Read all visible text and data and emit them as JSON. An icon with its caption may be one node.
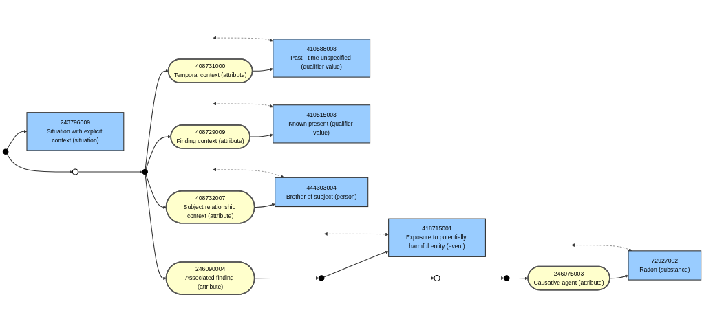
{
  "diagram": {
    "nodes": [
      {
        "text": [],
        "shape": "dot"
      },
      {
        "text": [
          "243796009",
          "Situation with explicit context (situation)"
        ]
      },
      {
        "text": [],
        "shape": "circle"
      },
      {
        "text": [],
        "shape": "dot"
      },
      {
        "text": [
          "408731000",
          "Temporal context (attribute)"
        ]
      },
      {
        "text": [
          "410588008",
          "Past - time unspecified (qualifier value)"
        ]
      },
      {
        "text": [
          "408729009",
          "Finding context (attribute)"
        ]
      },
      {
        "text": [
          "410515003",
          "Known present (qualifier value)"
        ]
      },
      {
        "text": [
          "408732007",
          "Subject relationship context (attribute)"
        ]
      },
      {
        "text": [
          "444303004",
          "Brother of subject (person)"
        ]
      },
      {
        "text": [
          "246090004",
          "Associated finding (attribute)"
        ]
      },
      {
        "text": [],
        "shape": "dot"
      },
      {
        "text": [
          "418715001",
          "Exposure to potentially harmful entity (event)"
        ]
      },
      {
        "text": [],
        "shape": "circle"
      },
      {
        "text": [],
        "shape": "dot"
      },
      {
        "text": [
          "246075003",
          "Causative agent (attribute)"
        ]
      },
      {
        "text": [
          "72927002",
          "Radon (substance)"
        ]
      }
    ],
    "edges": [
      {
        "from": 0,
        "to": 1,
        "arrow": "to"
      },
      {
        "from": 0,
        "to": 2,
        "arrow": "to"
      },
      {
        "from": 2,
        "to": 3,
        "arrow": "to"
      },
      {
        "from": 3,
        "to": 4,
        "arrow": "to"
      },
      {
        "from": 3,
        "to": 6,
        "arrow": "to"
      },
      {
        "from": 3,
        "to": 8,
        "arrow": "to"
      },
      {
        "from": 3,
        "to": 10,
        "arrow": "to"
      },
      {
        "from": 4,
        "to": 5,
        "arrow": "to"
      },
      {
        "from": 6,
        "to": 7,
        "arrow": "to"
      },
      {
        "from": 8,
        "to": 9,
        "arrow": "to"
      },
      {
        "from": 10,
        "to": 11,
        "arrow": "to"
      },
      {
        "from": 11,
        "to": 12,
        "arrow": "to"
      },
      {
        "from": 11,
        "to": 13,
        "arrow": "to"
      },
      {
        "from": 13,
        "to": 14,
        "arrow": "to"
      },
      {
        "from": 14,
        "to": 15,
        "arrow": "to"
      },
      {
        "from": 15,
        "to": 16,
        "arrow": "to"
      },
      {
        "from": null,
        "to": 9,
        "arrow": "both",
        "style": "dashed"
      },
      {
        "from": null,
        "to": 7,
        "arrow": "both",
        "style": "dashed"
      },
      {
        "from": null,
        "to": 5,
        "arrow": "both",
        "style": "dashed"
      },
      {
        "from": null,
        "to": 12,
        "arrow": "both",
        "style": "dashed"
      },
      {
        "from": null,
        "to": 16,
        "arrow": "both",
        "style": "dashed"
      }
    ]
  }
}
